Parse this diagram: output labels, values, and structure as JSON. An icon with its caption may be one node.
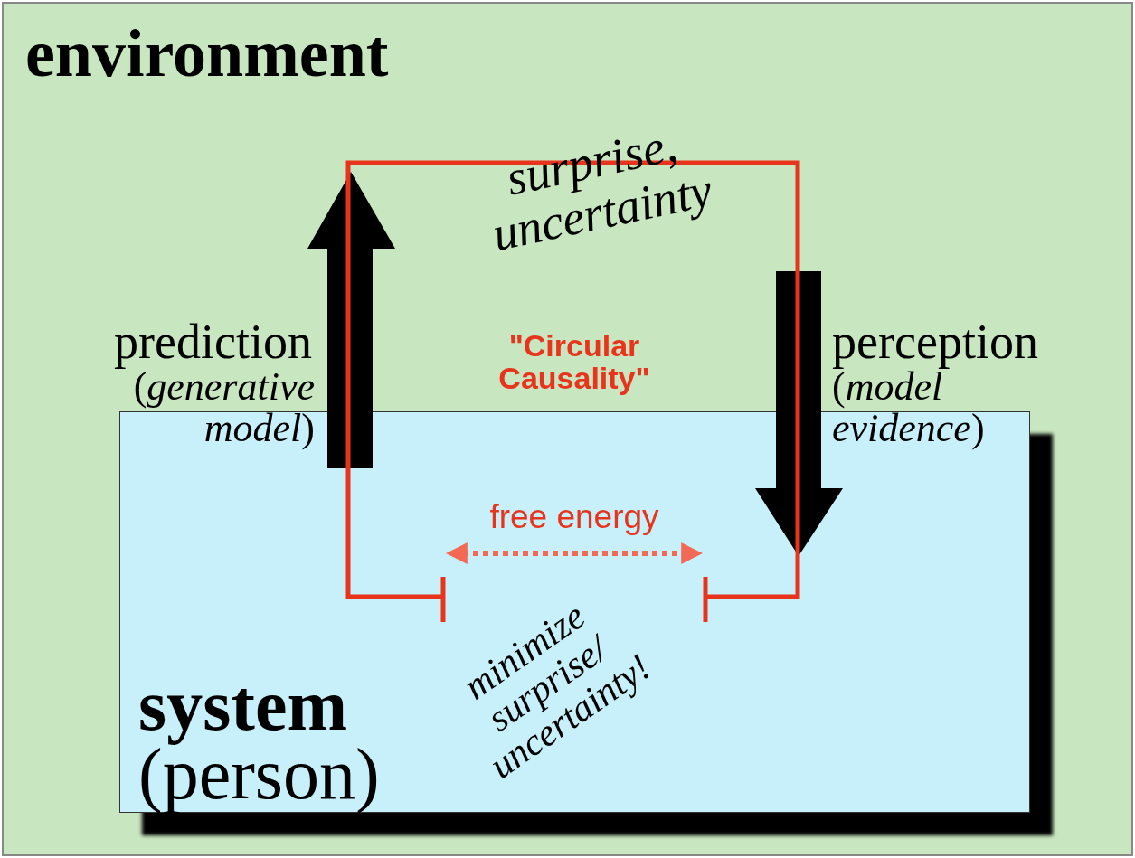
{
  "diagram": {
    "nodes": [
      {
        "text": [
          "environment"
        ]
      },
      {
        "text": [
          "system",
          "(person)"
        ],
        "in": 0
      }
    ],
    "labels": [
      "surprise, uncertainty",
      "prediction",
      "(*generative model*)",
      "\"Circular Causality\"",
      "perception",
      "(*model evidence*)",
      "free energy",
      "minimize surprise/ uncertainty!"
    ]
  }
}
